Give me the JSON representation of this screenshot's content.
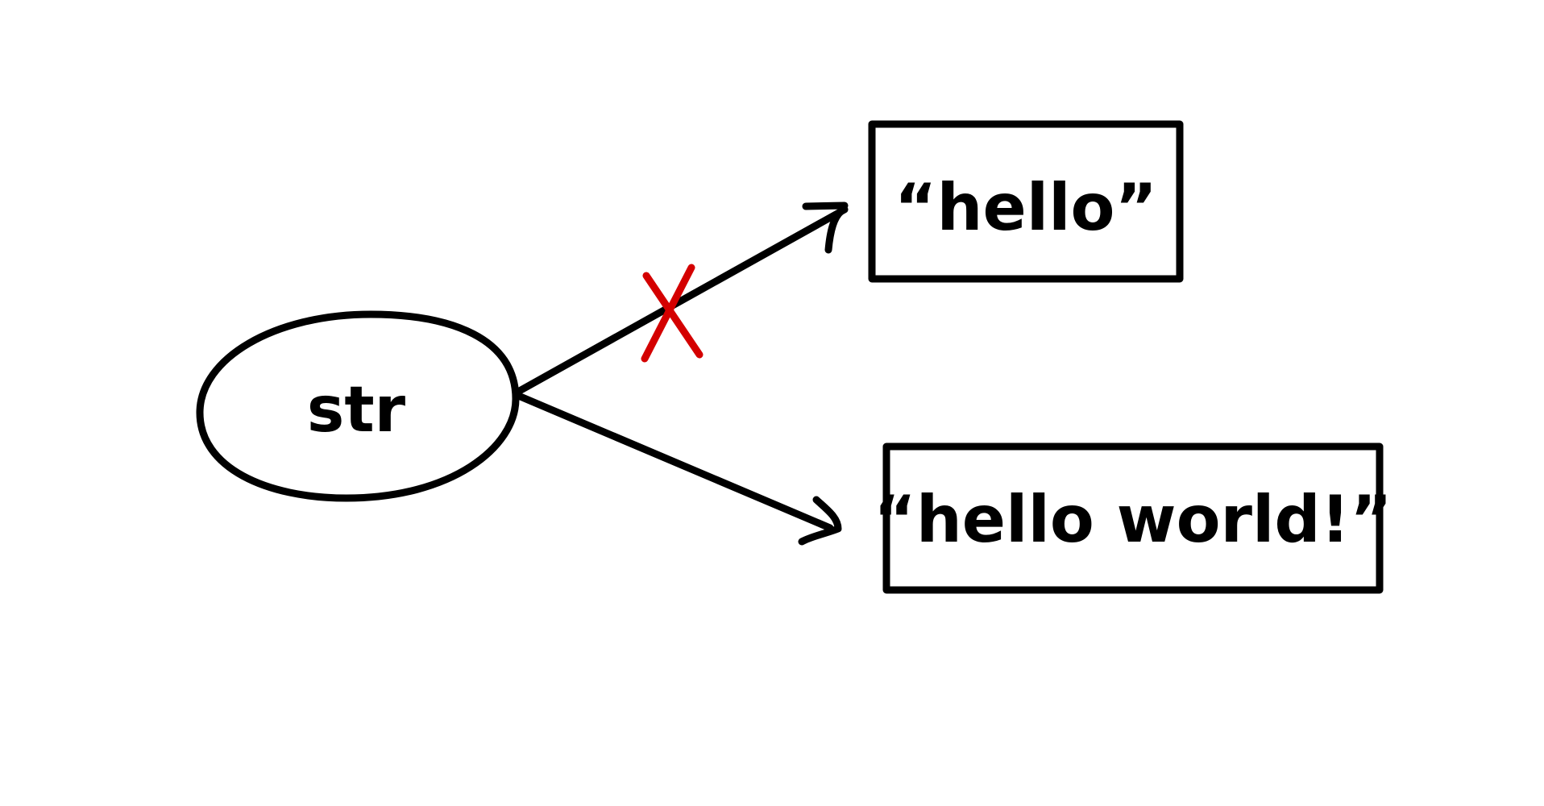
{
  "diagram": {
    "variable": {
      "label": "str"
    },
    "old_value": {
      "label": "“hello”"
    },
    "new_value": {
      "label": "“hello world!”"
    },
    "colors": {
      "ink": "#000000",
      "cross": "#d40000",
      "background": "#ffffff"
    },
    "icons": {
      "cross": "cross-mark-icon",
      "arrow": "arrow-head-icon"
    }
  }
}
